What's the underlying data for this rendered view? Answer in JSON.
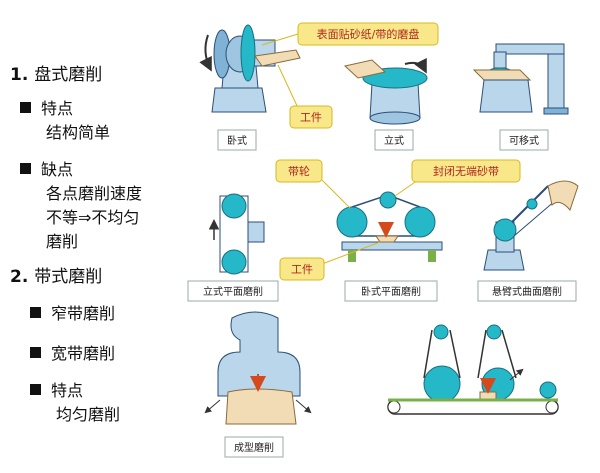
{
  "outline": {
    "item1": {
      "num": "1.",
      "title": "盘式磨削"
    },
    "item1_feature": {
      "label": "特点",
      "detail": "结构简单"
    },
    "item1_drawback": {
      "label": "缺点",
      "detail_lines": [
        "各点磨削速度",
        "不等⇒不均匀",
        "磨削"
      ]
    },
    "item2": {
      "num": "2.",
      "title": "带式磨削"
    },
    "item2_bullets": [
      "窄带磨削",
      "宽带磨削"
    ],
    "item2_feature": {
      "label": "特点",
      "detail": "均匀磨削"
    }
  },
  "diagram": {
    "callouts": {
      "disc_surface": "表面贴砂纸/带的磨盘",
      "workpiece_top": "工件",
      "belt_wheel": "带轮",
      "closed_belt": "封闭无端砂带",
      "workpiece_mid": "工件"
    },
    "captions": {
      "horizontal": "卧式",
      "vertical": "立式",
      "movable": "可移式",
      "vertical_flat": "立式平面磨削",
      "horizontal_flat": "卧式平面磨削",
      "cantilever_curved": "悬臂式曲面磨削",
      "profile": "成型磨削"
    },
    "colors": {
      "machine": "#b9d6ea",
      "outline": "#2c4e78",
      "wheel": "#24b8c8",
      "callout": "#f9e88a",
      "callout_text": "#b3261e",
      "arrow": "#d44a1c",
      "wood": "#f1dcb6"
    }
  }
}
